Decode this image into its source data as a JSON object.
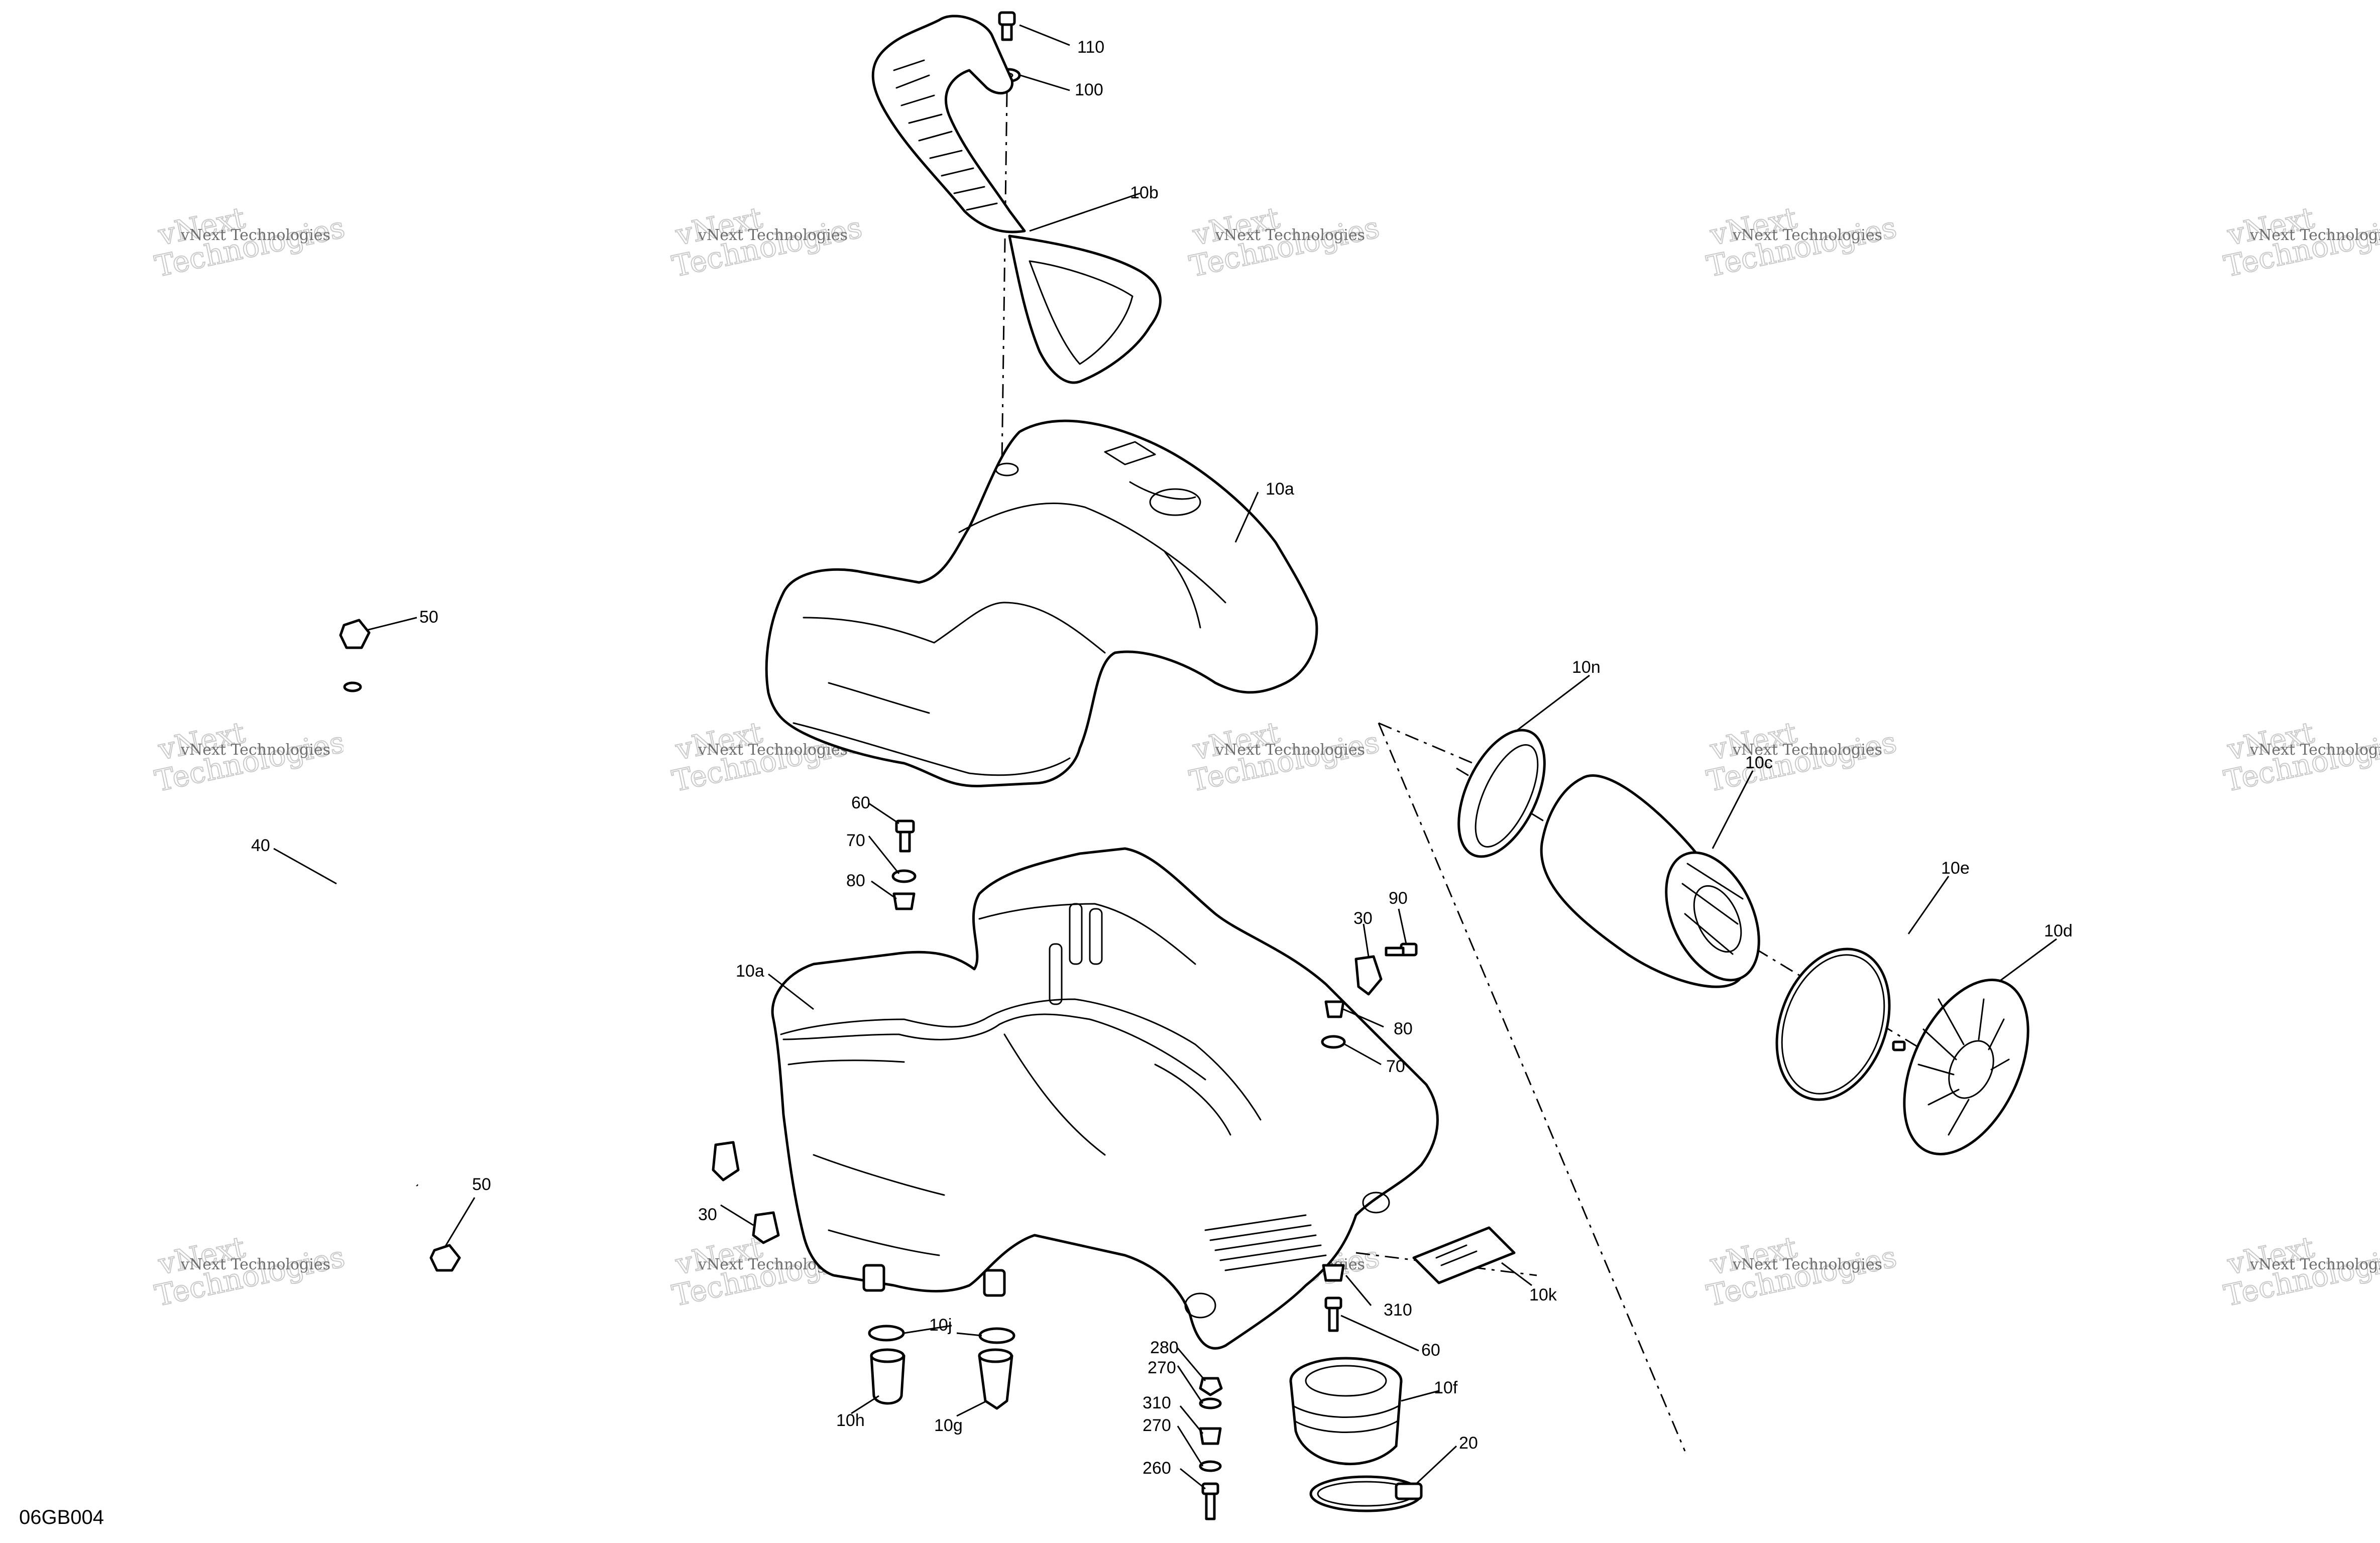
{
  "diagram": {
    "document_code": "06GB004",
    "watermark": {
      "line1": "vNext Technologies",
      "line2": "vNext",
      "line3": "Technologies"
    },
    "callouts": [
      {
        "id": "c-110",
        "label": "110"
      },
      {
        "id": "c-100",
        "label": "100"
      },
      {
        "id": "c-10b",
        "label": "10b"
      },
      {
        "id": "c-10a-top",
        "label": "10a"
      },
      {
        "id": "c-50-top",
        "label": "50"
      },
      {
        "id": "c-40",
        "label": "40"
      },
      {
        "id": "c-50-bottom",
        "label": "50"
      },
      {
        "id": "c-60-top",
        "label": "60"
      },
      {
        "id": "c-70-left",
        "label": "70"
      },
      {
        "id": "c-80-left",
        "label": "80"
      },
      {
        "id": "c-10a-bottom",
        "label": "10a"
      },
      {
        "id": "c-30-left",
        "label": "30"
      },
      {
        "id": "c-10j",
        "label": "10j"
      },
      {
        "id": "c-10h",
        "label": "10h"
      },
      {
        "id": "c-10g",
        "label": "10g"
      },
      {
        "id": "c-90",
        "label": "90"
      },
      {
        "id": "c-30-right",
        "label": "30"
      },
      {
        "id": "c-80-right",
        "label": "80"
      },
      {
        "id": "c-70-right",
        "label": "70"
      },
      {
        "id": "c-10n",
        "label": "10n"
      },
      {
        "id": "c-10c",
        "label": "10c"
      },
      {
        "id": "c-10e",
        "label": "10e"
      },
      {
        "id": "c-10d",
        "label": "10d"
      },
      {
        "id": "c-10k",
        "label": "10k"
      },
      {
        "id": "c-310-right",
        "label": "310"
      },
      {
        "id": "c-60-bottom",
        "label": "60"
      },
      {
        "id": "c-280",
        "label": "280"
      },
      {
        "id": "c-270-top",
        "label": "270"
      },
      {
        "id": "c-310-left",
        "label": "310"
      },
      {
        "id": "c-270-bottom",
        "label": "270"
      },
      {
        "id": "c-260",
        "label": "260"
      },
      {
        "id": "c-10f",
        "label": "10f"
      },
      {
        "id": "c-20",
        "label": "20"
      }
    ]
  }
}
